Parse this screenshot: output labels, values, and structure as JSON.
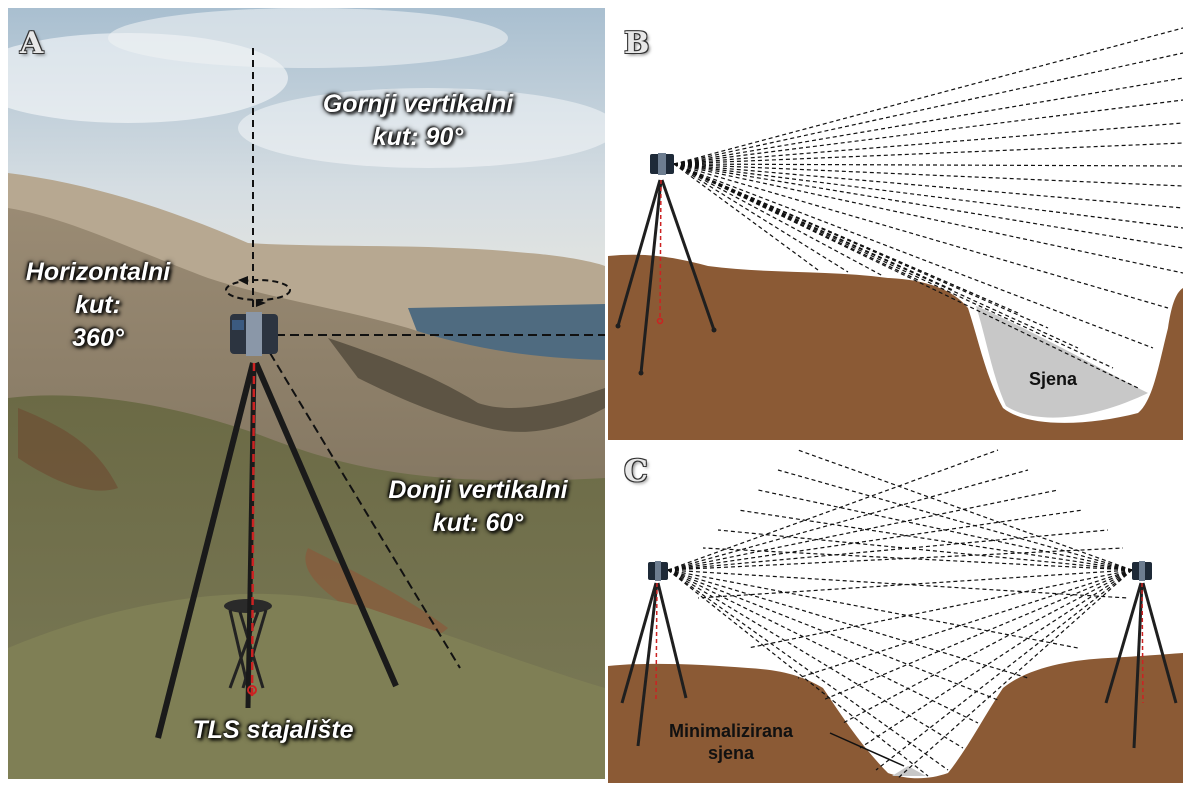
{
  "panels": {
    "a": {
      "letter": "A",
      "labels": {
        "upper_angle_line1": "Gornji vertikalni",
        "upper_angle_line2": "kut: 90°",
        "horizontal_line1": "Horizontalni",
        "horizontal_line2": "kut:",
        "horizontal_line3": "360°",
        "lower_angle_line1": "Donji vertikalni",
        "lower_angle_line2": "kut: 60°",
        "station": "TLS stajalište"
      }
    },
    "b": {
      "letter": "B",
      "shadow_label": "Sjena"
    },
    "c": {
      "letter": "C",
      "shadow_label_line1": "Minimalizirana",
      "shadow_label_line2": "sjena"
    }
  },
  "colors": {
    "ground": "#8b5a35",
    "shadow": "#c8c8c8",
    "tripod_dash": "#cc2222",
    "sky_top": "#9fb6c8",
    "sea": "#4a6a80"
  },
  "icons": [
    "laser-scanner-icon",
    "tripod-icon",
    "stool-icon"
  ]
}
